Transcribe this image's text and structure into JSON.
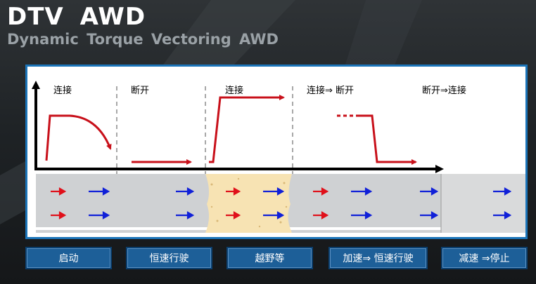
{
  "header": {
    "title": "DTV  AWD",
    "subtitle": "Dynamic Torque Vectoring  AWD"
  },
  "diagram": {
    "phase_labels": [
      "连接",
      "断开",
      "连接",
      "连接⇒ 断开",
      "断开⇒连接"
    ],
    "colors": {
      "front_torque_arrow": "#e0101a",
      "rear_torque_arrow": "#1020d8",
      "torque_curve": "#c8101a",
      "offroad_surface": "#f7e3b3",
      "road": "#cfd1d3",
      "panel_border": "#1b74b8"
    }
  },
  "buttons": [
    {
      "label": "启动"
    },
    {
      "label": "恒速行驶"
    },
    {
      "label": "越野等"
    },
    {
      "label": "加速⇒ 恒速行驶"
    },
    {
      "label": "减速 ⇒停止"
    }
  ]
}
